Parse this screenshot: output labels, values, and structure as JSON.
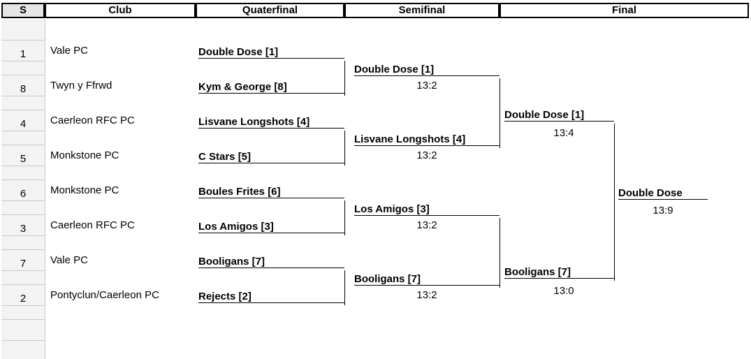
{
  "headers": {
    "seed": "S",
    "club": "Club",
    "quarterfinal": "Quaterfinal",
    "semifinal": "Semifinal",
    "final": "Final"
  },
  "entries": [
    {
      "seed": "1",
      "club": "Vale PC",
      "team": "Double Dose [1]"
    },
    {
      "seed": "8",
      "club": "Twyn y Ffrwd",
      "team": "Kym & George [8]"
    },
    {
      "seed": "4",
      "club": "Caerleon RFC PC",
      "team": "Lisvane Longshots [4]"
    },
    {
      "seed": "5",
      "club": "Monkstone PC",
      "team": "C  Stars [5]"
    },
    {
      "seed": "6",
      "club": "Monkstone PC",
      "team": "Boules Frites [6]"
    },
    {
      "seed": "3",
      "club": "Caerleon RFC PC",
      "team": "Los Amigos [3]"
    },
    {
      "seed": "7",
      "club": "Vale PC",
      "team": "Booligans [7]"
    },
    {
      "seed": "2",
      "club": "Pontyclun/Caerleon PC",
      "team": "Rejects [2]"
    }
  ],
  "semifinal": [
    {
      "team": "Double Dose [1]",
      "score": "13:2"
    },
    {
      "team": "Lisvane Longshots [4]",
      "score": "13:2"
    },
    {
      "team": "Los Amigos [3]",
      "score": "13:2"
    },
    {
      "team": "Booligans [7]",
      "score": "13:2"
    }
  ],
  "final": [
    {
      "team": "Double Dose [1]",
      "score": "13:4"
    },
    {
      "team": "Booligans [7]",
      "score": "13:0"
    }
  ],
  "champion": {
    "team": "Double Dose",
    "score": "13:9"
  }
}
